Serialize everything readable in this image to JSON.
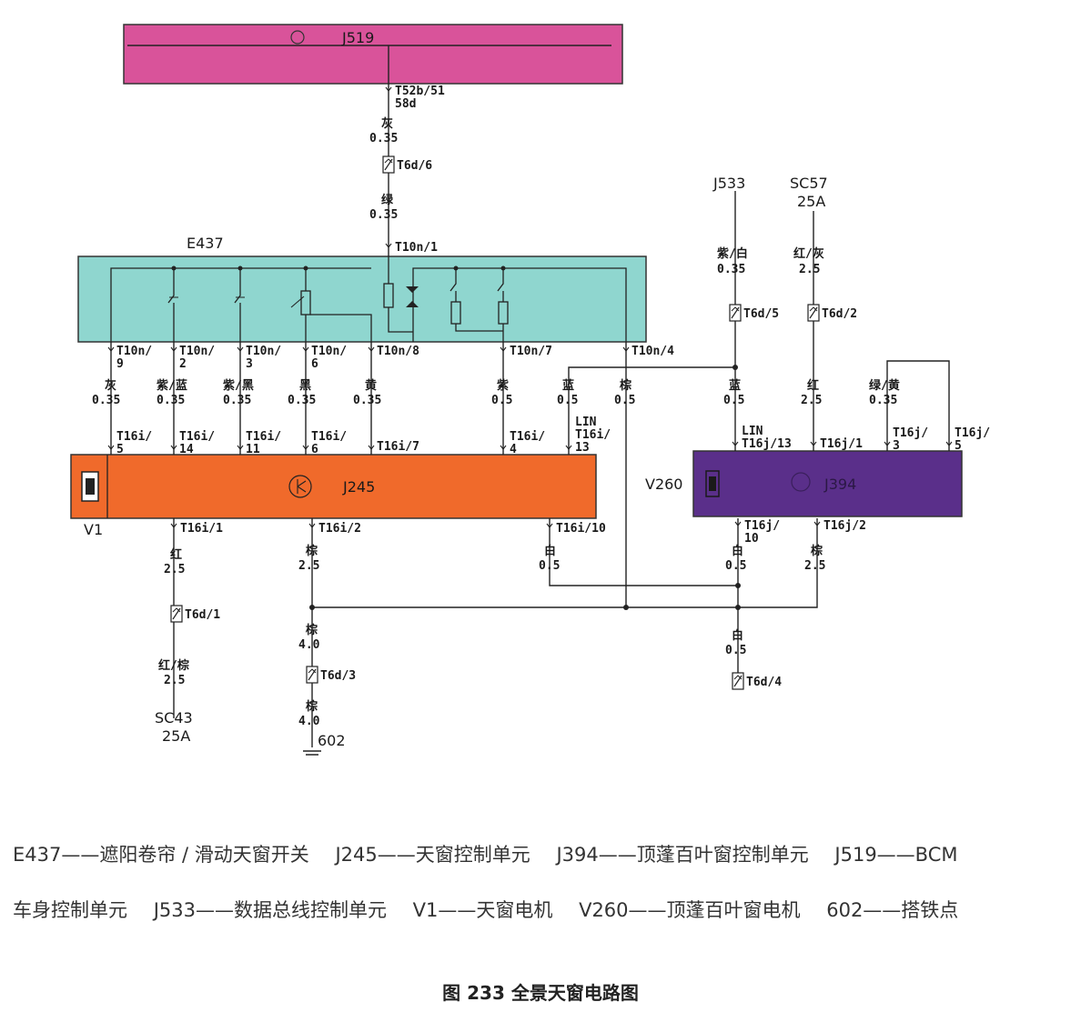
{
  "modules": {
    "j519": {
      "label": "J519",
      "color": "#d9539a"
    },
    "e437": {
      "label": "E437",
      "color": "#8fd6cf"
    },
    "j245": {
      "label": "J245",
      "color": "#f06a2b"
    },
    "j394": {
      "label": "J394",
      "color": "#5a2f8a"
    }
  },
  "side_labels": {
    "v1": "V1",
    "v260": "V260",
    "lin_a": "LIN",
    "lin_b": "LIN"
  },
  "sources": {
    "j533": "J533",
    "sc57": "SC57",
    "sc57_amp": "25A",
    "sc43": "SC43",
    "sc43_amp": "25A",
    "ground": "602"
  },
  "pins": {
    "t52b": "T52b/51",
    "t52b_sub": "58d",
    "t10n_1": "T10n/1",
    "t10n_9": "T10n/",
    "t10n_9n": "9",
    "t10n_2": "T10n/",
    "t10n_2n": "2",
    "t10n_3": "T10n/",
    "t10n_3n": "3",
    "t10n_6": "T10n/",
    "t10n_6n": "6",
    "t10n_8": "T10n/8",
    "t10n_7": "T10n/7",
    "t10n_4": "T10n/4",
    "t16i_5": "T16i/",
    "t16i_5n": "5",
    "t16i_14": "T16i/",
    "t16i_14n": "14",
    "t16i_11": "T16i/",
    "t16i_11n": "11",
    "t16i_6": "T16i/",
    "t16i_6n": "6",
    "t16i_7": "T16i/7",
    "t16i_4": "T16i/",
    "t16i_4n": "4",
    "t16i_13": "T16i/",
    "t16i_13n": "13",
    "t16j_13": "T16j/13",
    "t16j_1": "T16j/1",
    "t16j_3": "T16j/",
    "t16j_3n": "3",
    "t16j_5": "T16j/",
    "t16j_5n": "5",
    "t16i_1": "T16i/1",
    "t16i_2": "T16i/2",
    "t16i_10": "T16i/10",
    "t16j_10": "T16j/",
    "t16j_10n": "10",
    "t16j_2": "T16j/2"
  },
  "connectors": {
    "t6d_6": "T6d/6",
    "t6d_5": "T6d/5",
    "t6d_2": "T6d/2",
    "t6d_1": "T6d/1",
    "t6d_3": "T6d/3",
    "t6d_4": "T6d/4"
  },
  "wires": {
    "w1_c": "灰",
    "w1_s": "0.35",
    "w2_c": "绿",
    "w2_s": "0.35",
    "w3_c": "紫/白",
    "w3_s": "0.35",
    "w4_c": "红/灰",
    "w4_s": "2.5",
    "w5_c": "灰",
    "w5_s": "0.35",
    "w6_c": "紫/蓝",
    "w6_s": "0.35",
    "w7_c": "紫/黑",
    "w7_s": "0.35",
    "w8_c": "黑",
    "w8_s": "0.35",
    "w9_c": "黄",
    "w9_s": "0.35",
    "w10_c": "紫",
    "w10_s": "0.5",
    "w11_c": "蓝",
    "w11_s": "0.5",
    "w12_c": "棕",
    "w12_s": "0.5",
    "w13_c": "蓝",
    "w13_s": "0.5",
    "w14_c": "红",
    "w14_s": "2.5",
    "w15_c": "绿/黄",
    "w15_s": "0.35",
    "w16_c": "红",
    "w16_s": "2.5",
    "w17_c": "红/棕",
    "w17_s": "2.5",
    "w18_c": "棕",
    "w18_s": "2.5",
    "w19_c": "棕",
    "w19_s": "4.0",
    "w20_c": "棕",
    "w20_s": "4.0",
    "w21_c": "白",
    "w21_s": "0.5",
    "w22_c": "白",
    "w22_s": "0.5",
    "w23_c": "棕",
    "w23_s": "2.5",
    "w24_c": "白",
    "w24_s": "0.5"
  },
  "legend": {
    "e437": "E437——遮阳卷帘 / 滑动天窗开关",
    "j245": "J245——天窗控制单元",
    "j394": "J394——顶蓬百叶窗控制单元",
    "j519": "J519——BCM",
    "j519b": "车身控制单元",
    "j533": "J533——数据总线控制单元",
    "v1": "V1——天窗电机",
    "v260": "V260——顶蓬百叶窗电机",
    "g602": "602——搭铁点"
  },
  "caption": "图 233  全景天窗电路图"
}
